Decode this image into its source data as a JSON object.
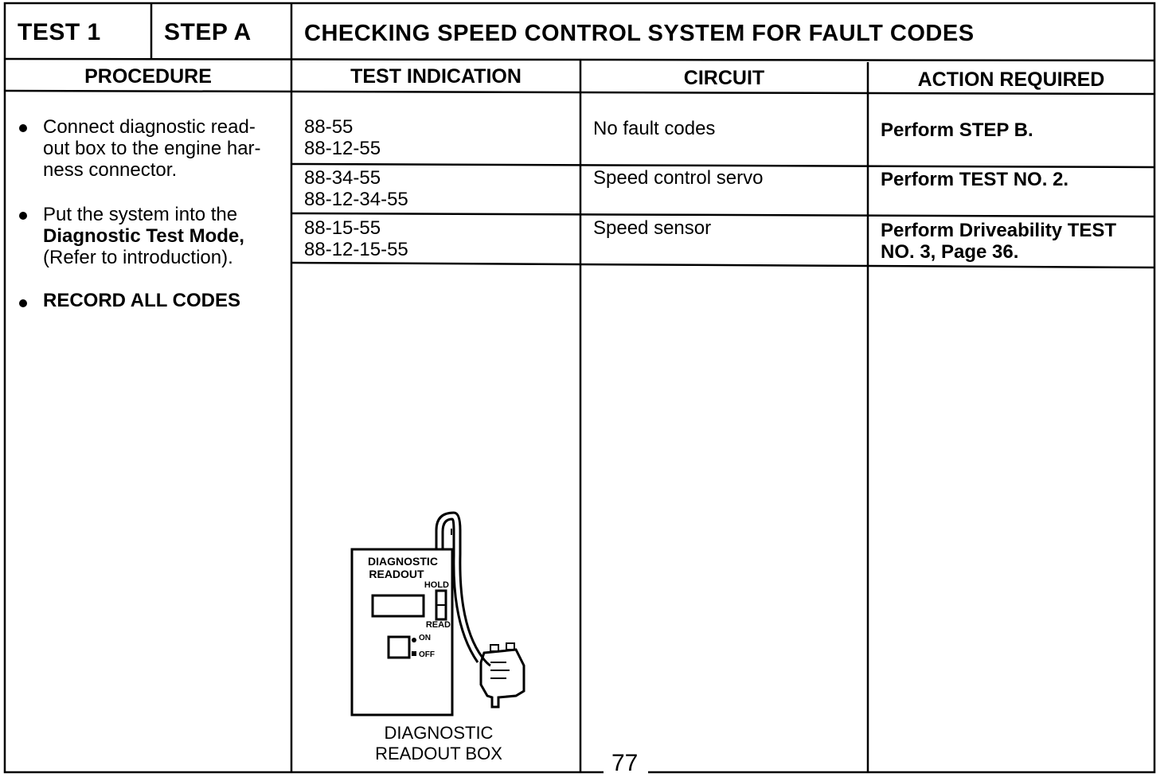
{
  "header": {
    "test": "TEST 1",
    "step": "STEP A",
    "title": "CHECKING SPEED CONTROL SYSTEM FOR FAULT CODES"
  },
  "columns": {
    "procedure": "PROCEDURE",
    "test_indication": "TEST INDICATION",
    "circuit": "CIRCUIT",
    "action": "ACTION REQUIRED"
  },
  "procedure": {
    "item1": [
      "Connect diagnostic read-",
      "out box to the engine har-",
      "ness connector."
    ],
    "item2_line1": "Put the system into the",
    "item2_line2": "Diagnostic Test Mode,",
    "item2_line3": "(Refer to introduction).",
    "item3": "RECORD ALL CODES"
  },
  "rows": [
    {
      "codes": [
        "88-55",
        "88-12-55"
      ],
      "circuit": "No fault codes",
      "action": [
        "Perform STEP B."
      ]
    },
    {
      "codes": [
        "88-34-55",
        "88-12-34-55"
      ],
      "circuit": "Speed control servo",
      "action": [
        "Perform TEST NO. 2."
      ]
    },
    {
      "codes": [
        "88-15-55",
        "88-12-15-55"
      ],
      "circuit": "Speed sensor",
      "action": [
        "Perform Driveability TEST",
        "NO. 3, Page 36."
      ]
    }
  ],
  "device": {
    "label_line1": "DIAGNOSTIC",
    "label_line2": "READOUT",
    "hold": "HOLD",
    "read": "READ",
    "on": "ON",
    "off": "OFF",
    "caption_line1": "DIAGNOSTIC",
    "caption_line2": "READOUT BOX"
  },
  "page_number": "77"
}
